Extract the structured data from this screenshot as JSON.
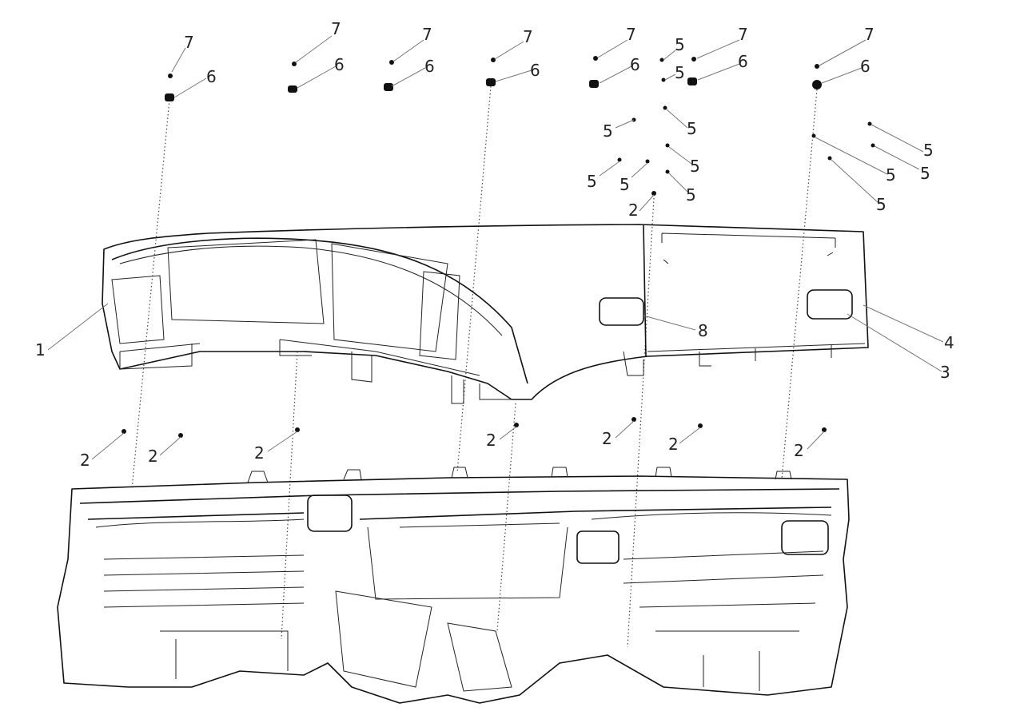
{
  "diagram": {
    "type": "exploded-parts-view",
    "callouts": {
      "c7": [
        "7",
        "7",
        "7",
        "7",
        "7",
        "7",
        "7"
      ],
      "c6": [
        "6",
        "6",
        "6",
        "6",
        "6",
        "6",
        "6"
      ],
      "c5": [
        "5",
        "5",
        "5",
        "5",
        "5",
        "5",
        "5",
        "5",
        "5",
        "5",
        "5",
        "5"
      ],
      "c2": [
        "2",
        "2",
        "2",
        "2",
        "2",
        "2",
        "2",
        "2"
      ],
      "c1": "1",
      "c8": "8",
      "c4": "4",
      "c3": "3"
    }
  }
}
